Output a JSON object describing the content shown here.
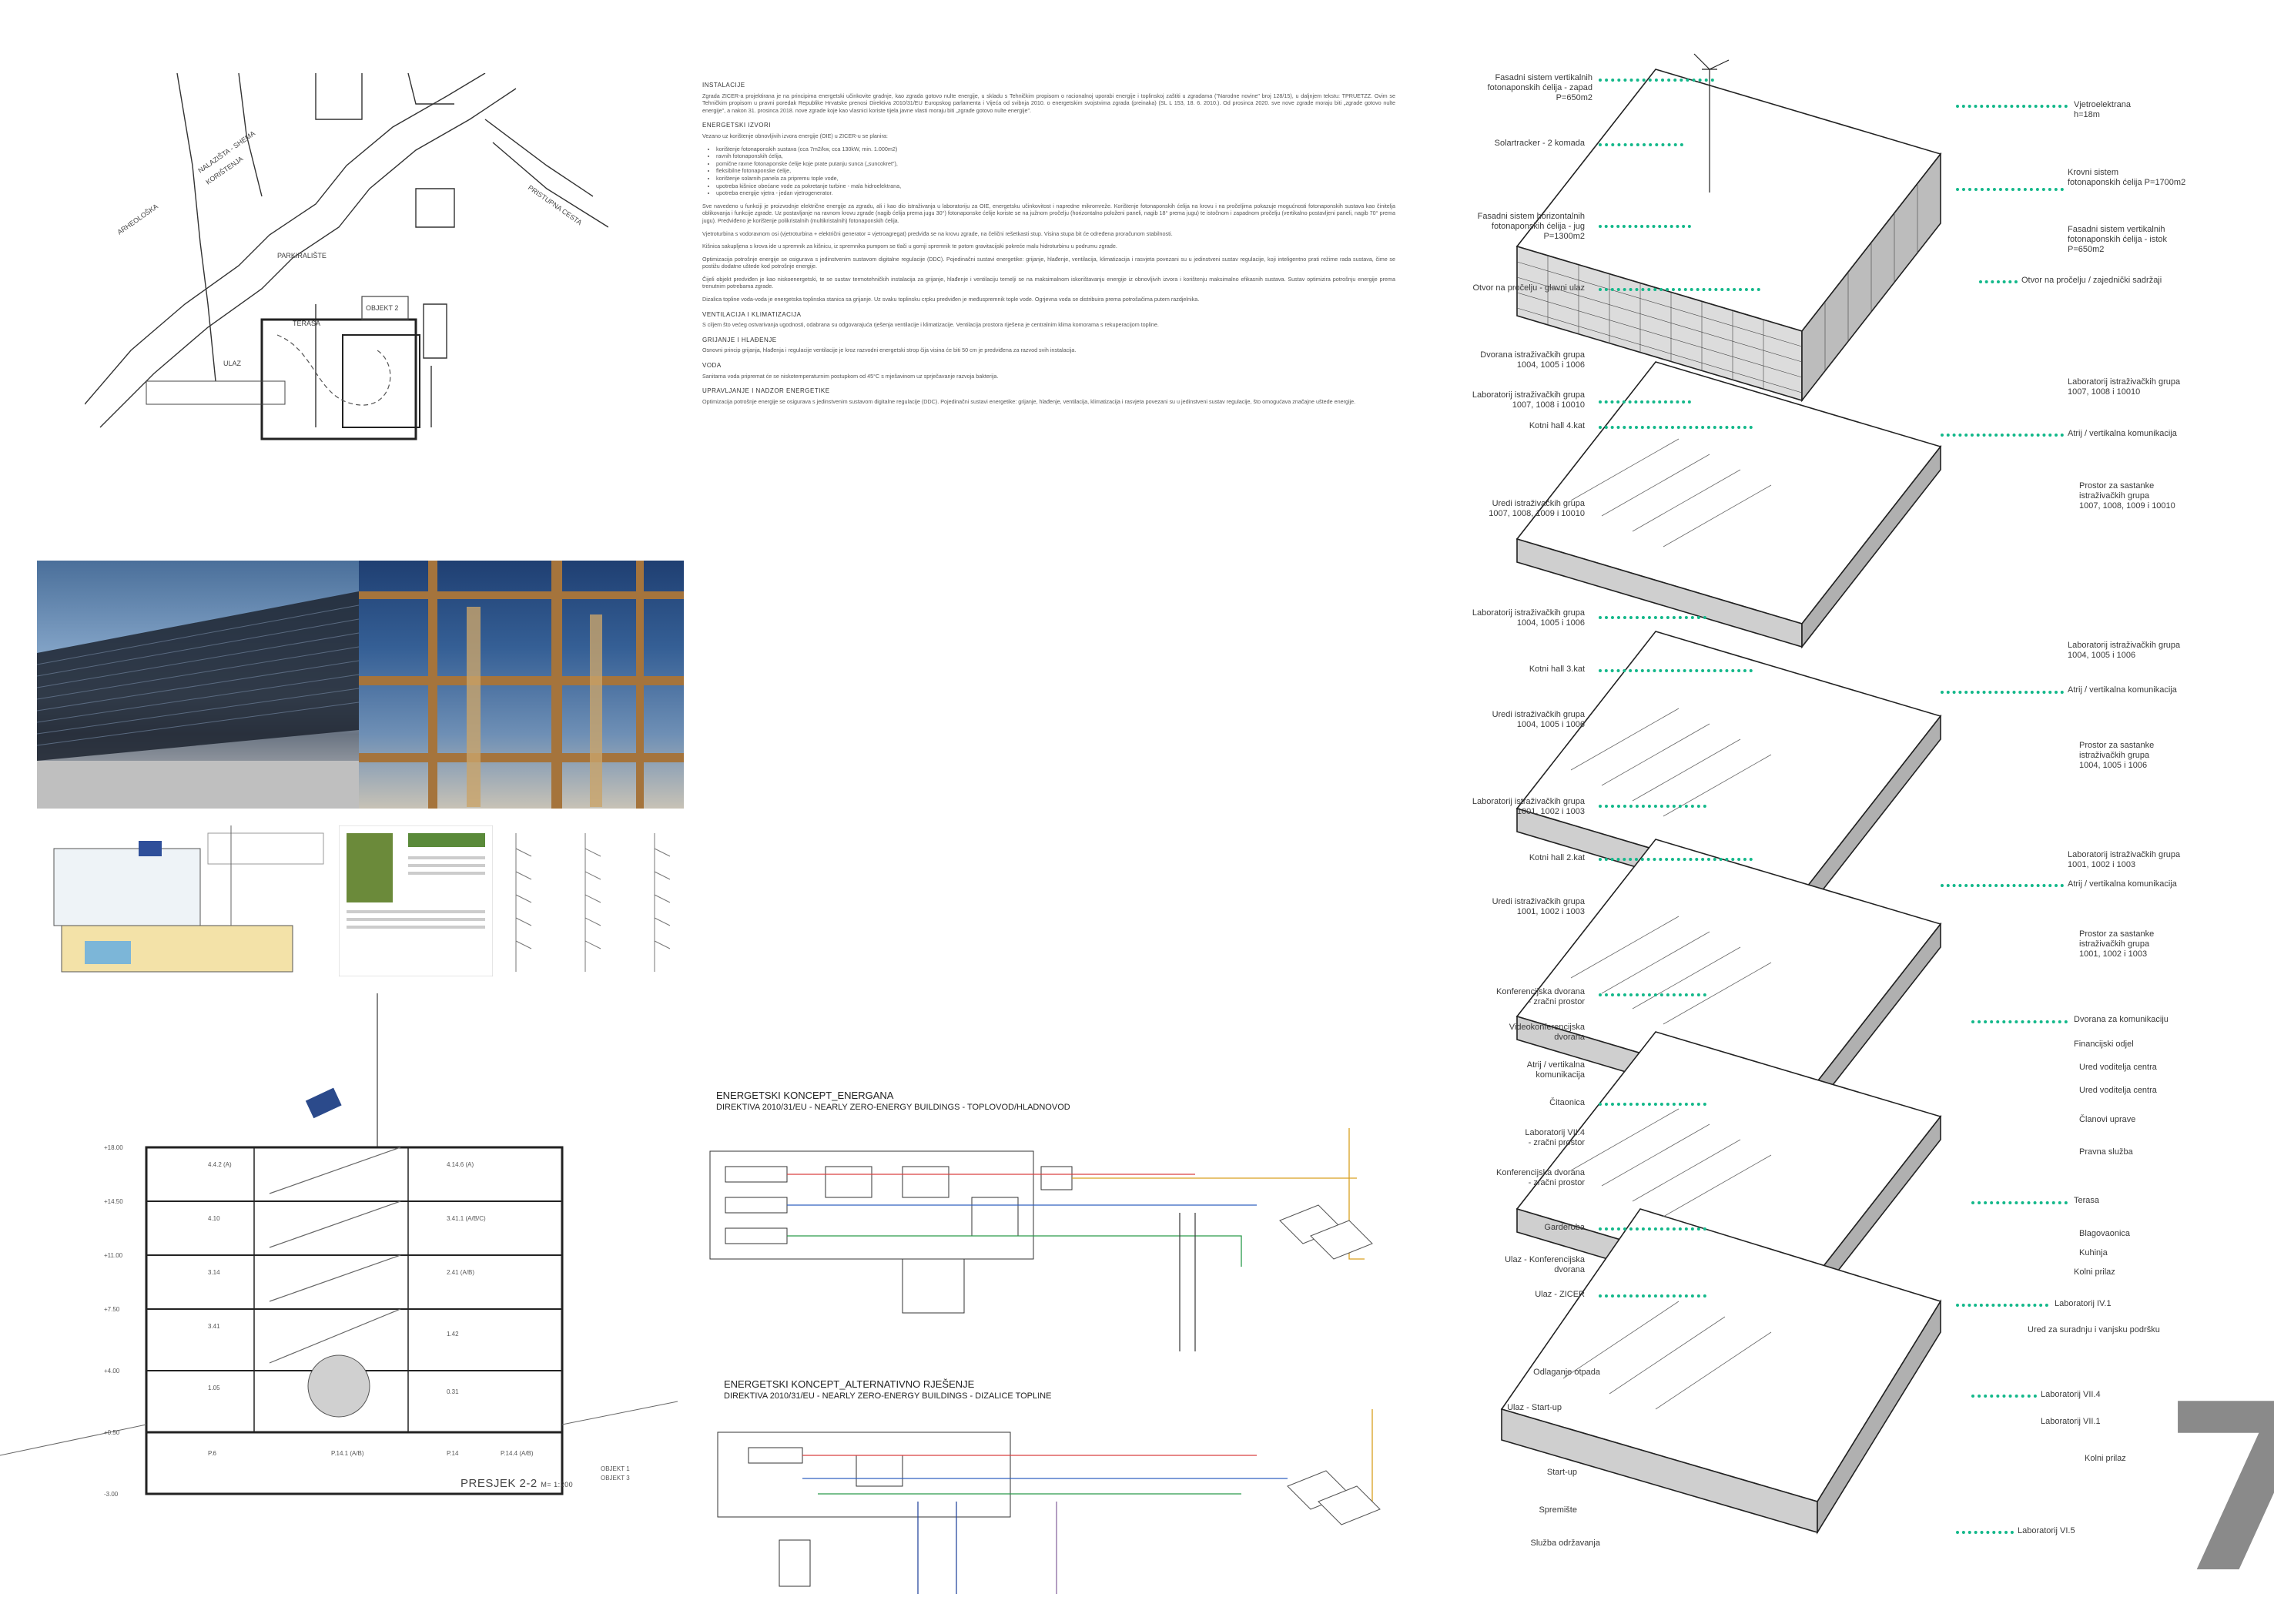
{
  "page_number": "7",
  "site_plan": {
    "labels": {
      "street_1": "ARHEOLOŠKA",
      "street_2": "NALAZIŠTA - SHEMA",
      "street_3": "KORIŠTENJA",
      "parking": "PARKIRALIŠTE",
      "terrace": "TERASA",
      "entrance": "ULAZ",
      "building": "OBJEKT 2",
      "road": "PRISTUPNA CESTA"
    }
  },
  "section": {
    "title": "PRESJEK 2-2",
    "scale": "M= 1:200",
    "room_labels": [
      "4.4.2 (A)",
      "4.10",
      "3.14",
      "3.41",
      "1.05",
      "P.6",
      "P.14.1 (A/B)",
      "P.14",
      "P.14.4 (A/B)",
      "4.14.6 (A)",
      "3.41.1 (A/B/C)",
      "2.41 (A/B)",
      "1.42",
      "0.31"
    ],
    "level_labels": [
      "+18.00",
      "+14.50",
      "+11.00",
      "+7.50",
      "+4.00",
      "+0.50",
      "-3.00"
    ],
    "object_labels": [
      "OBJEKT 1",
      "OBJEKT 3"
    ]
  },
  "text_column": {
    "h_instalacije": "INSTALACIJE",
    "p1": "Zgrada ZICER-a projektirana je na principima energetski učinkovite gradnje, kao zgrada gotovo nulte energije, u skladu s Tehničkim propisom o racionalnoj uporabi energije i toplinskoj zaštiti u zgradama (\"Narodne novine\" broj 128/15), u daljnjem tekstu: TPRUETZZ. Ovim se Tehničkim propisom u pravni poredak Republike Hrvatske prenosi Direktiva 2010/31/EU Europskog parlamenta i Vijeća od svibnja 2010. o energetskim svojstvima zgrada (preinaka) (SL L 153, 18. 6. 2010.). Od prosinca 2020. sve nove zgrade moraju biti „zgrade gotovo nulte energije\", a nakon 31. prosinca 2018. nove zgrade koje kao vlasnici koriste tijela javne vlasti moraju biti „zgrade gotovo nulte energije\".",
    "h_izvori": "ENERGETSKI IZVORI",
    "p2": "Vezano uz korištenje obnovljivih izvora energije (OIE) u ZICER-u se planira:",
    "list": [
      "korištenje fotonaponskih sustava (cca 7m2/kw, cca 130kW, min. 1.000m2)",
      "ravnih fotonaponskih ćelija,",
      "pomične ravne fotonaponske ćelije koje prate putanju sunca („suncokret\"),",
      "fleksibilne fotonaponske ćelije,",
      "korištenje solarnih panela za pripremu tople vode,",
      "upotreba kišnice obećane vode za pokretanje turbine - mala hidroelektrana,",
      "upotreba energije vjetra - jedan vjetrogenerator."
    ],
    "p3": "Sve navedeno u funkciji je proizvodnje električne energije za zgradu, ali i kao dio istraživanja u laboratoriju za OIE, energetsku učinkovitost i napredne mikromreže. Korištenje fotonaponskih ćelija na krovu i na pročeljima pokazuje mogućnosti fotonaponskih sustava kao činitelja oblikovanja i funkcije zgrade. Uz postavljanje na ravnom krovu zgrade (nagib ćelija prema jugu 30°) fotonaponske ćelije koriste se na južnom pročelju (horizontalno položeni paneli, nagib 18° prema jugu) te istočnom i zapadnom pročelju (vertikalno postavljeni paneli, nagib 70° prema jugu). Predviđeno je korištenje polikristalnih (multikristalnih) fotonaponskih ćelija.",
    "p4": "Vjetroturbina s vodoravnom osi (vjetroturbina + električni generator = vjetroagregat) predviđa se na krovu zgrade, na čelični rešetkasti stup. Visina stupa bit će određena proračunom stabilnosti.",
    "p5": "Kišnica sakupljena s krova ide u spremnik za kišnicu, iz spremnika pumpom se tlači u gornji spremnik te potom gravitacijski pokreće malu hidroturbinu u podrumu zgrade.",
    "p6": "Optimizacija potrošnje energije se osigurava s jedinstvenim sustavom digitalne regulacije (DDC). Pojedinačni sustavi energetike: grijanje, hlađenje, ventilacija, klimatizacija i rasvjeta povezani su u jedinstveni sustav regulacije, koji inteligentno prati režime rada sustava, čime se postižu dodatne uštede kod potrošnje energije.",
    "p7": "Čijeli objekt predviđen je kao niskoenergetski, te se sustav termotehničkih instalacija za grijanje, hlađenje i ventilaciju temelji se na maksimalnom iskorištavanju energije iz obnovljivih izvora i korištenju maksimalno efikasnih sustava. Sustav optimizira potrošnju energije prema trenutnim potrebama zgrade.",
    "p8": "Dizalica topline voda-voda je energetska toplinska stanica sa grijanje. Uz svaku toplinsku crpku predviđen je međuspremnik tople vode. Ogrjevna voda se distribuira prema potrošačima putem razdjelnika.",
    "h_ventilacija": "VENTILACIJA I KLIMATIZACIJA",
    "p9": "S ciljem što većeg ostvarivanja ugodnosti, odabrana su odgovarajuća rješenja ventilacije i klimatizacije. Ventilacija prostora riješena je centralnim klima komorama s rekuperacijom topline.",
    "h_grijanje": "GRIJANJE I HLAĐENJE",
    "p10": "Osnovni princip grijanja, hlađenja i regulacije ventilacije je kroz razvodni energetski strop čija visina će biti 50 cm je predviđena za razvod svih instalacija.",
    "h_voda": "VODA",
    "p11": "Sanitarna voda pripremat će se niskotemperaturnim postupkom od 45°C s mješavinom uz sprječavanje razvoja bakterija.",
    "h_upravljanje": "UPRAVLJANJE I NADZOR ENERGETIKE",
    "p12": "Optimizacija potrošnje energije se osigurava s jedinstvenim sustavom digitalne regulacije (DDC). Pojedinačni sustavi energetike: grijanje, hlađenje, ventilacija, klimatizacija i rasvjeta povezani su u jedinstveni sustav regulacije, što omogućava značajne uštede energije."
  },
  "diagram_1": {
    "title": "ENERGETSKI KONCEPT_ENERGANA",
    "subtitle": "DIREKTIVA 2010/31/EU - NEARLY ZERO-ENERGY BUILDINGS - TOPLOVOD/HLADNOVOD"
  },
  "diagram_2": {
    "title": "ENERGETSKI KONCEPT_ALTERNATIVNO RJEŠENJE",
    "subtitle": "DIREKTIVA 2010/31/EU - NEARLY ZERO-ENERGY BUILDINGS - DIZALICE TOPLINE"
  },
  "axonometric": {
    "left_labels": [
      {
        "text": "Fasadni sistem vertikalnih\nfotonaponskih ćelija - zapad\nP=650m2"
      },
      {
        "text": "Solartracker - 2 komada"
      },
      {
        "text": "Fasadni sistem horizontalnih\nfotonaponskih ćelija - jug\nP=1300m2"
      },
      {
        "text": "Otvor na pročelju - glavni ulaz"
      },
      {
        "text": "Dvorana istraživačkih grupa\n1004, 1005 i 1006"
      },
      {
        "text": "Laboratorij istraživačkih grupa\n1007, 1008 i 10010"
      },
      {
        "text": "Kotni hall 4.kat"
      },
      {
        "text": "Uredi istraživačkih grupa\n1007, 1008, 1009 i 10010"
      },
      {
        "text": "Laboratorij istraživačkih grupa\n1004, 1005 i 1006"
      },
      {
        "text": "Kotni hall 3.kat"
      },
      {
        "text": "Uredi istraživačkih grupa\n1004, 1005 i 1006"
      },
      {
        "text": "Laboratorij istraživačkih grupa\n1001, 1002 i 1003"
      },
      {
        "text": "Kotni hall 2.kat"
      },
      {
        "text": "Uredi istraživačkih grupa\n1001, 1002 i 1003"
      },
      {
        "text": "Konferencijska dvorana\n- zračni prostor"
      },
      {
        "text": "Videokonferencijska\ndvorana"
      },
      {
        "text": "Atrij / vertikalna\nkomunikacija"
      },
      {
        "text": "Čitaonica"
      },
      {
        "text": "Laboratorij VII.4\n- zračni prostor"
      },
      {
        "text": "Konferencijska dvorana\n- zračni prostor"
      },
      {
        "text": "Garderoba"
      },
      {
        "text": "Ulaz - Konferencijska\ndvorana"
      },
      {
        "text": "Ulaz - ZICER"
      },
      {
        "text": "Odlaganje otpada"
      },
      {
        "text": "Ulaz - Start-up"
      },
      {
        "text": "Start-up"
      },
      {
        "text": "Spremište"
      },
      {
        "text": "Služba održavanja"
      }
    ],
    "right_labels": [
      {
        "text": "Vjetroelektrana\nh=18m"
      },
      {
        "text": "Krovni sistem\nfotonaponskih ćelija P=1700m2"
      },
      {
        "text": "Fasadni sistem vertikalnih\nfotonaponskih ćelija - istok\nP=650m2"
      },
      {
        "text": "Otvor na pročelju / zajednički sadržaji"
      },
      {
        "text": "Laboratorij istraživačkih grupa\n1007, 1008 i 10010"
      },
      {
        "text": "Atrij / vertikalna komunikacija"
      },
      {
        "text": "Prostor za sastanke\nistraživačkih grupa\n1007, 1008, 1009 i 10010"
      },
      {
        "text": "Laboratorij istraživačkih grupa\n1004, 1005 i 1006"
      },
      {
        "text": "Atrij / vertikalna komunikacija"
      },
      {
        "text": "Prostor za sastanke\nistraživačkih grupa\n1004, 1005 i 1006"
      },
      {
        "text": "Laboratorij istraživačkih grupa\n1001, 1002 i 1003"
      },
      {
        "text": "Atrij / vertikalna komunikacija"
      },
      {
        "text": "Prostor za sastanke\nistraživačkih grupa\n1001, 1002 i 1003"
      },
      {
        "text": "Dvorana za komunikaciju"
      },
      {
        "text": "Financijski odjel"
      },
      {
        "text": "Ured voditelja centra"
      },
      {
        "text": "Ured voditelja centra"
      },
      {
        "text": "Članovi uprave"
      },
      {
        "text": "Pravna služba"
      },
      {
        "text": "Terasa"
      },
      {
        "text": "Blagovaonica"
      },
      {
        "text": "Kuhinja"
      },
      {
        "text": "Kolni prilaz"
      },
      {
        "text": "Laboratorij IV.1"
      },
      {
        "text": "Ured za suradnju i vanjsku podršku"
      },
      {
        "text": "Laboratorij VII.4"
      },
      {
        "text": "Laboratorij VII.1"
      },
      {
        "text": "Kolni prilaz"
      },
      {
        "text": "Laboratorij VI.5"
      }
    ]
  }
}
